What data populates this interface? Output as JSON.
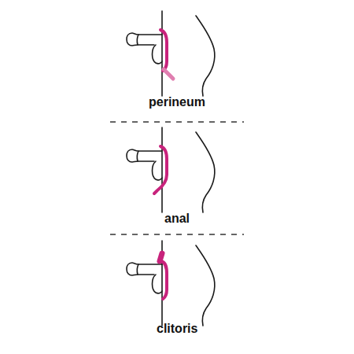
{
  "diagram": {
    "labels": [
      "perineum",
      "anal",
      "clitoris"
    ]
  }
}
